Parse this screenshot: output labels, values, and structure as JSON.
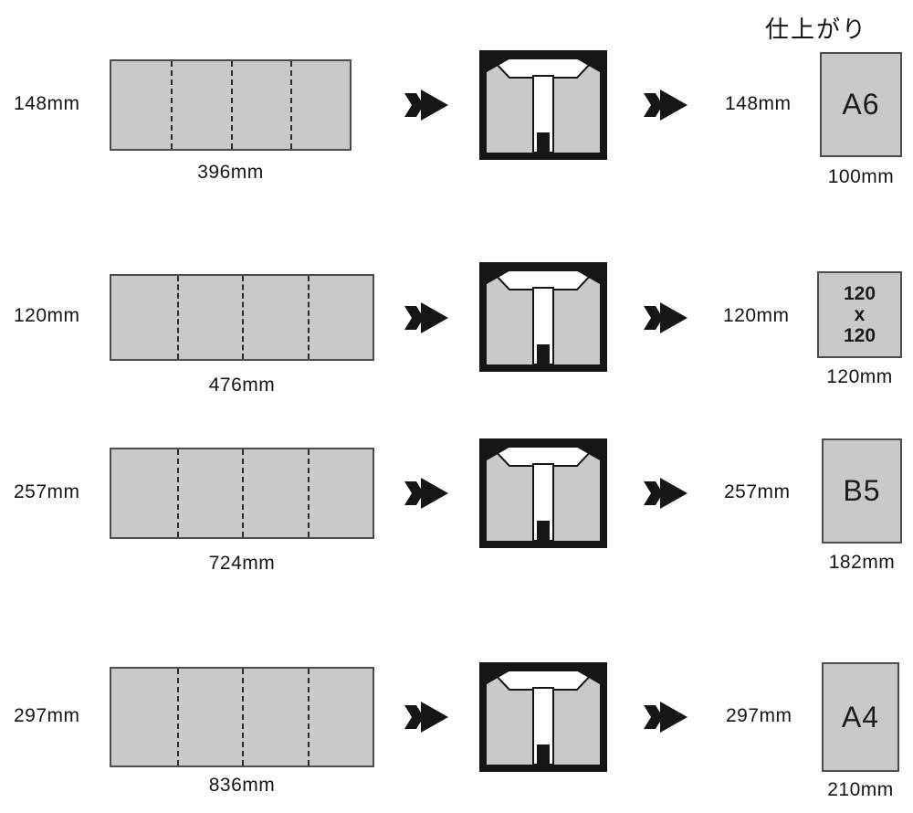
{
  "title": "仕上がり",
  "rows": [
    {
      "sheet_height": "148mm",
      "sheet_width": "396mm",
      "finished_height": "148mm",
      "finished_label": "A6",
      "finished_width": "100mm"
    },
    {
      "sheet_height": "120mm",
      "sheet_width": "476mm",
      "finished_height": "120mm",
      "finished_label": "120 x 120",
      "finished_label_lines": [
        "120",
        "x",
        "120"
      ],
      "finished_width": "120mm"
    },
    {
      "sheet_height": "257mm",
      "sheet_width": "724mm",
      "finished_height": "257mm",
      "finished_label": "B5",
      "finished_width": "182mm"
    },
    {
      "sheet_height": "297mm",
      "sheet_width": "836mm",
      "finished_height": "297mm",
      "finished_label": "A4",
      "finished_width": "210mm"
    }
  ],
  "icons": {
    "arrow": "double-arrow-right",
    "fold": "gate-fold-open-view"
  },
  "colors": {
    "sheet_fill": "#c9c9c9",
    "outline": "#4d4d4d",
    "ink": "#161616"
  }
}
